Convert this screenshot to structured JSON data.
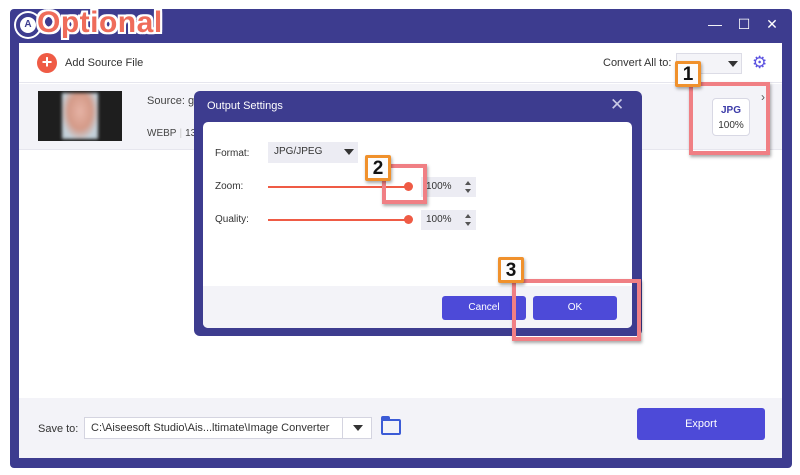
{
  "watermark": {
    "text": "Optional",
    "logo_glyph": "A"
  },
  "window": {
    "minimize_glyph": "—",
    "maximize_glyph": "☐",
    "close_glyph": "✕"
  },
  "toolbar": {
    "add_label": "Add Source File",
    "convert_all_label": "Convert All to:",
    "convert_all_value": ""
  },
  "file": {
    "source_label": "Source: g",
    "format": "WEBP",
    "size_partial": "13",
    "output_format": "JPG",
    "output_quality": "100%"
  },
  "dialog": {
    "title": "Output Settings",
    "format_label": "Format:",
    "format_value": "JPG/JPEG",
    "zoom_label": "Zoom:",
    "zoom_value": "100%",
    "zoom_level": 1.0,
    "quality_label": "Quality:",
    "quality_value": "100%",
    "quality_level": 1.0,
    "cancel_label": "Cancel",
    "ok_label": "OK"
  },
  "bottom": {
    "save_label": "Save to:",
    "save_path": "C:\\Aiseesoft Studio\\Ais...ltimate\\Image Converter",
    "export_label": "Export"
  },
  "annotations": {
    "tag1": "1",
    "tag2": "2",
    "tag3": "3",
    "highlight_color": "#f07f84",
    "tag_border_color": "#f0912c"
  },
  "colors": {
    "frame": "#3d3c8f",
    "accent": "#4d4ad8",
    "slider": "#ef5b45"
  }
}
